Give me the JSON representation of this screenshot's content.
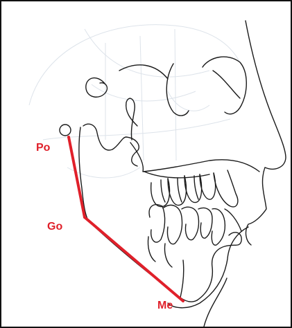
{
  "labels": {
    "po": "Po",
    "go": "Go",
    "me": "Me"
  },
  "colors": {
    "landmark": "#e0202a",
    "outline": "#1a1a1a",
    "faint_grid": "#dde3ea",
    "background": "#ffffff"
  }
}
